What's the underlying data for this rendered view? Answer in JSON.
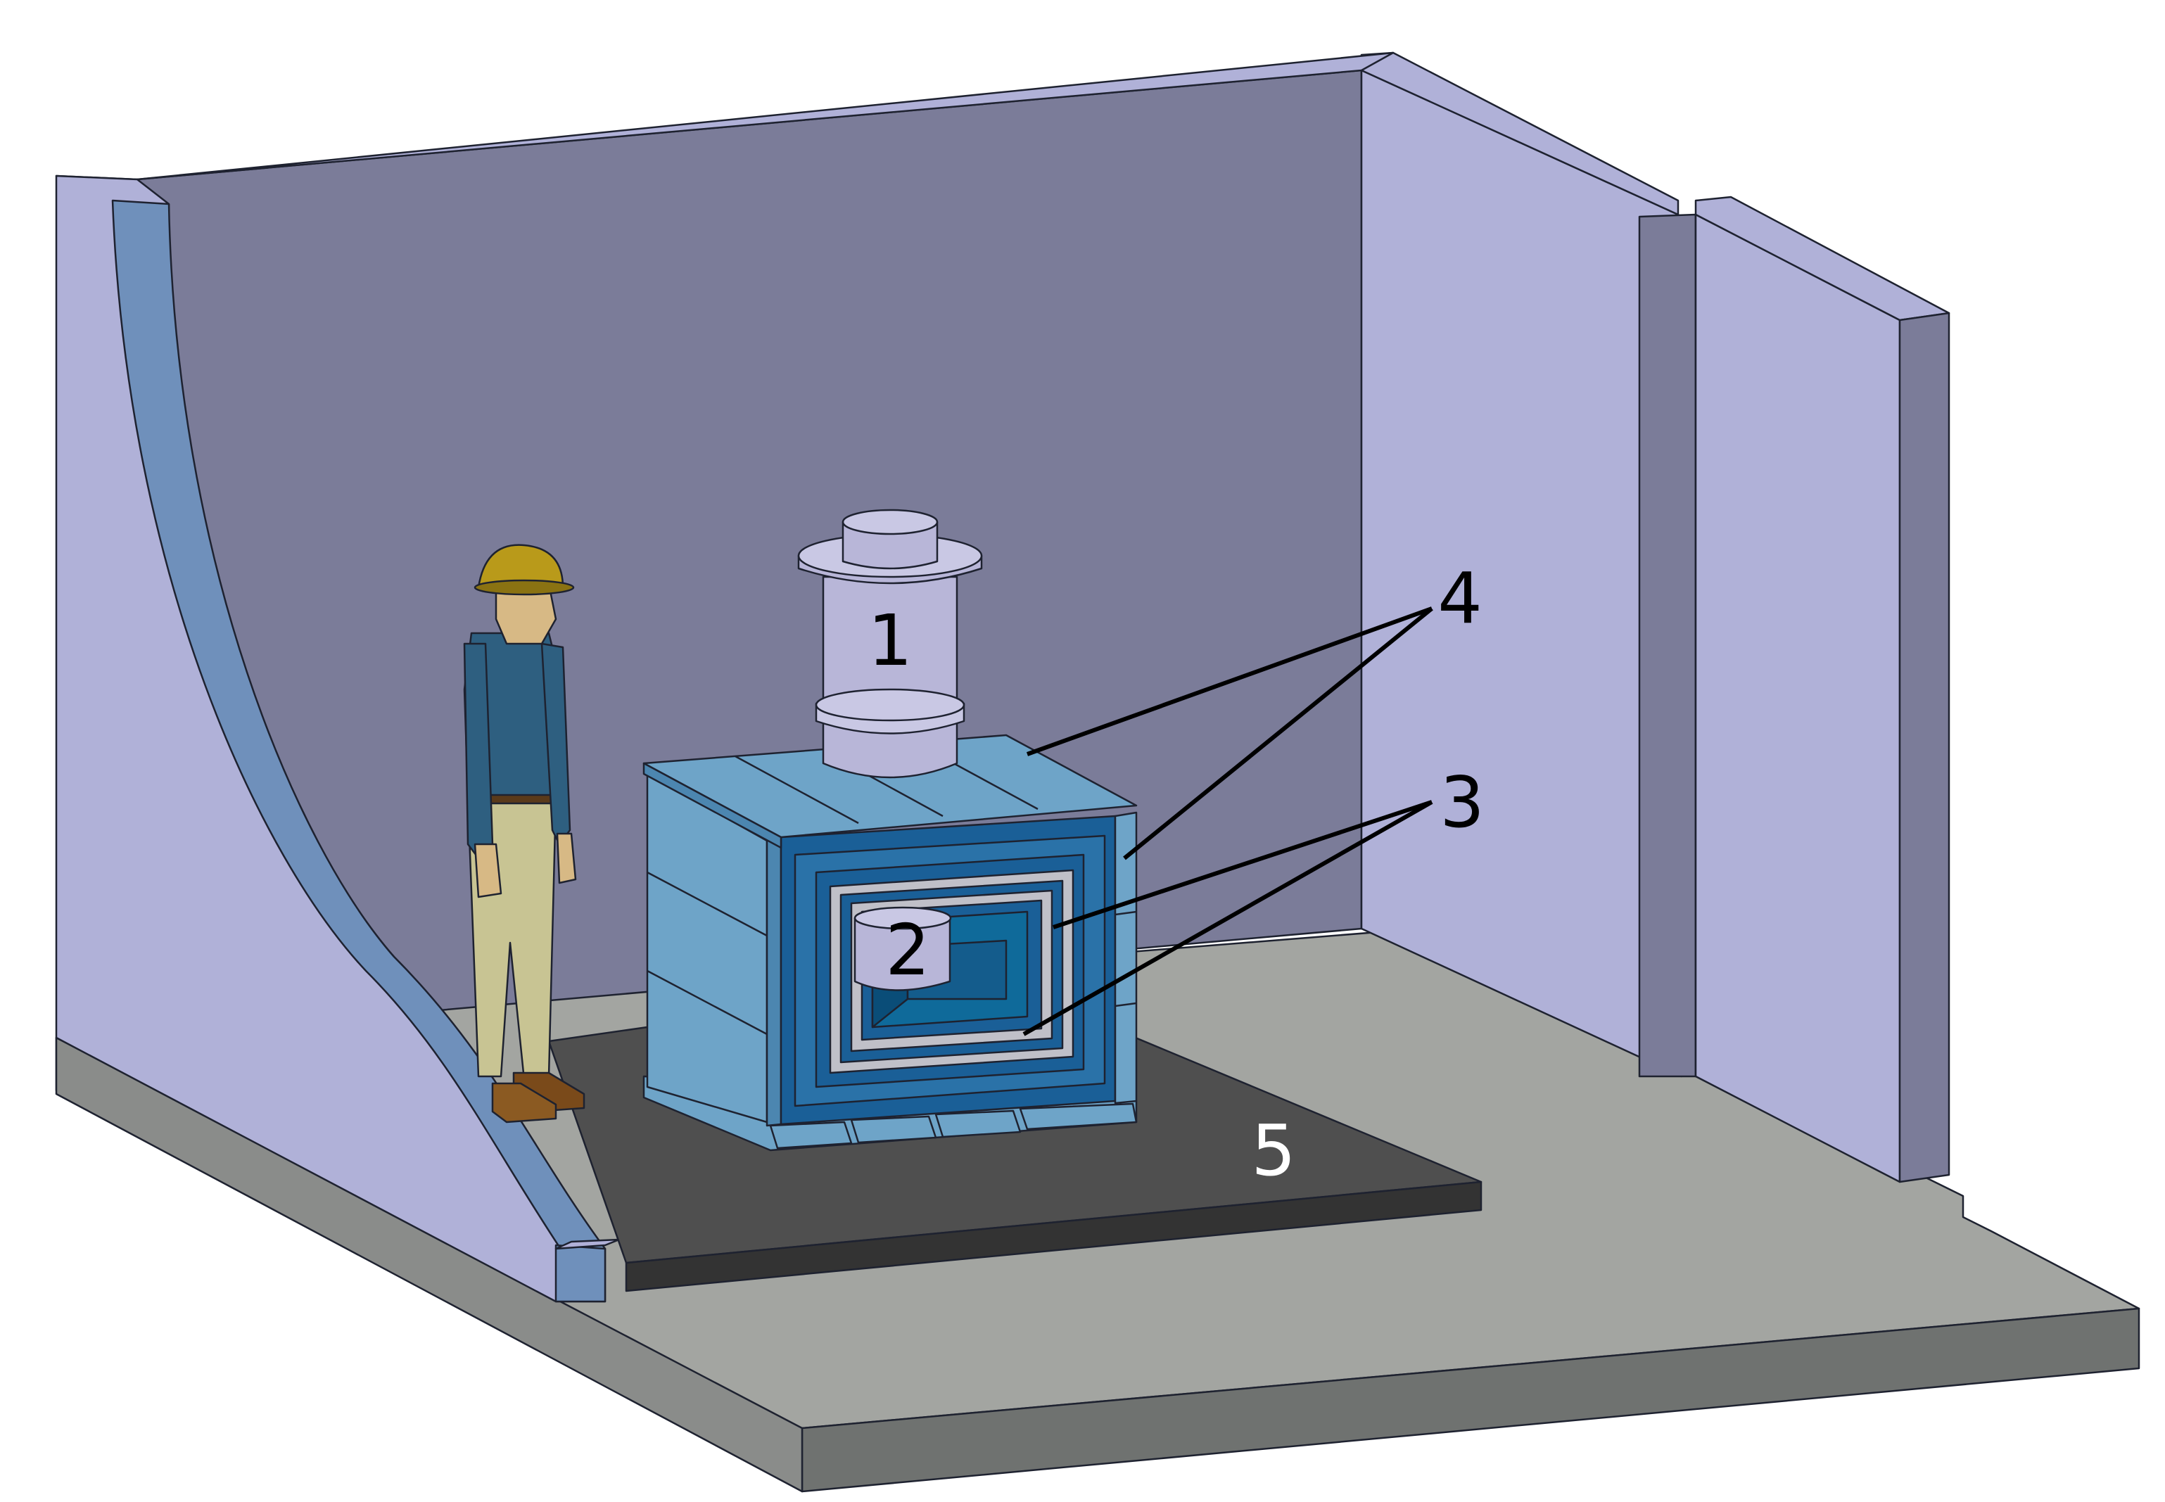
{
  "diagram": {
    "callouts": [
      {
        "id": "1",
        "label": "1"
      },
      {
        "id": "2",
        "label": "2"
      },
      {
        "id": "3",
        "label": "3"
      },
      {
        "id": "4",
        "label": "4"
      },
      {
        "id": "5",
        "label": "5"
      }
    ]
  },
  "colors": {
    "wall_back": "#7b7c99",
    "wall_light": "#b0b1d8",
    "wall_edge": "#6f90bb",
    "floor_top": "#a3a5a1",
    "floor_side": "#6f7270",
    "platform_top": "#4f4f4f",
    "platform_side": "#333333",
    "shield_light": "#6ea4c8",
    "shield_dark": "#1a5f97",
    "shield_inner": "#0f6a9a",
    "steel": "#c0c0c8",
    "cylinder": "#b8b6d8",
    "callout_dark": "#000000",
    "callout_light": "#ffffff"
  }
}
